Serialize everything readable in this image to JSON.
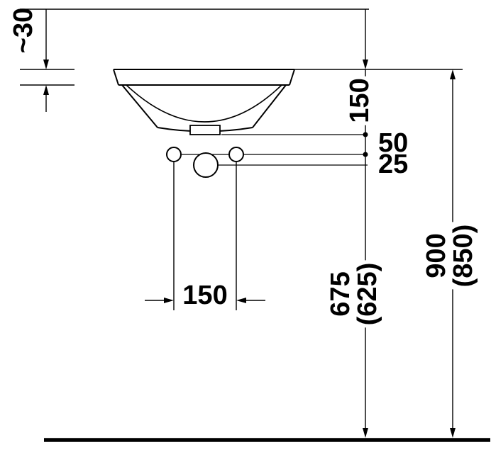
{
  "drawing": {
    "kind": "washbasin-front-view-dimension-drawing",
    "colors": {
      "line": "#000000",
      "background": "#ffffff"
    },
    "dimensions": {
      "wall_offset": "~30",
      "rim_to_outlet": "150",
      "outlet_to_holes": "50",
      "hole_offset": "25",
      "hole_spacing": "150",
      "outlet_height_primary": "675",
      "outlet_height_alt": "(625)",
      "rim_height_primary": "900",
      "rim_height_alt": "(850)"
    }
  }
}
